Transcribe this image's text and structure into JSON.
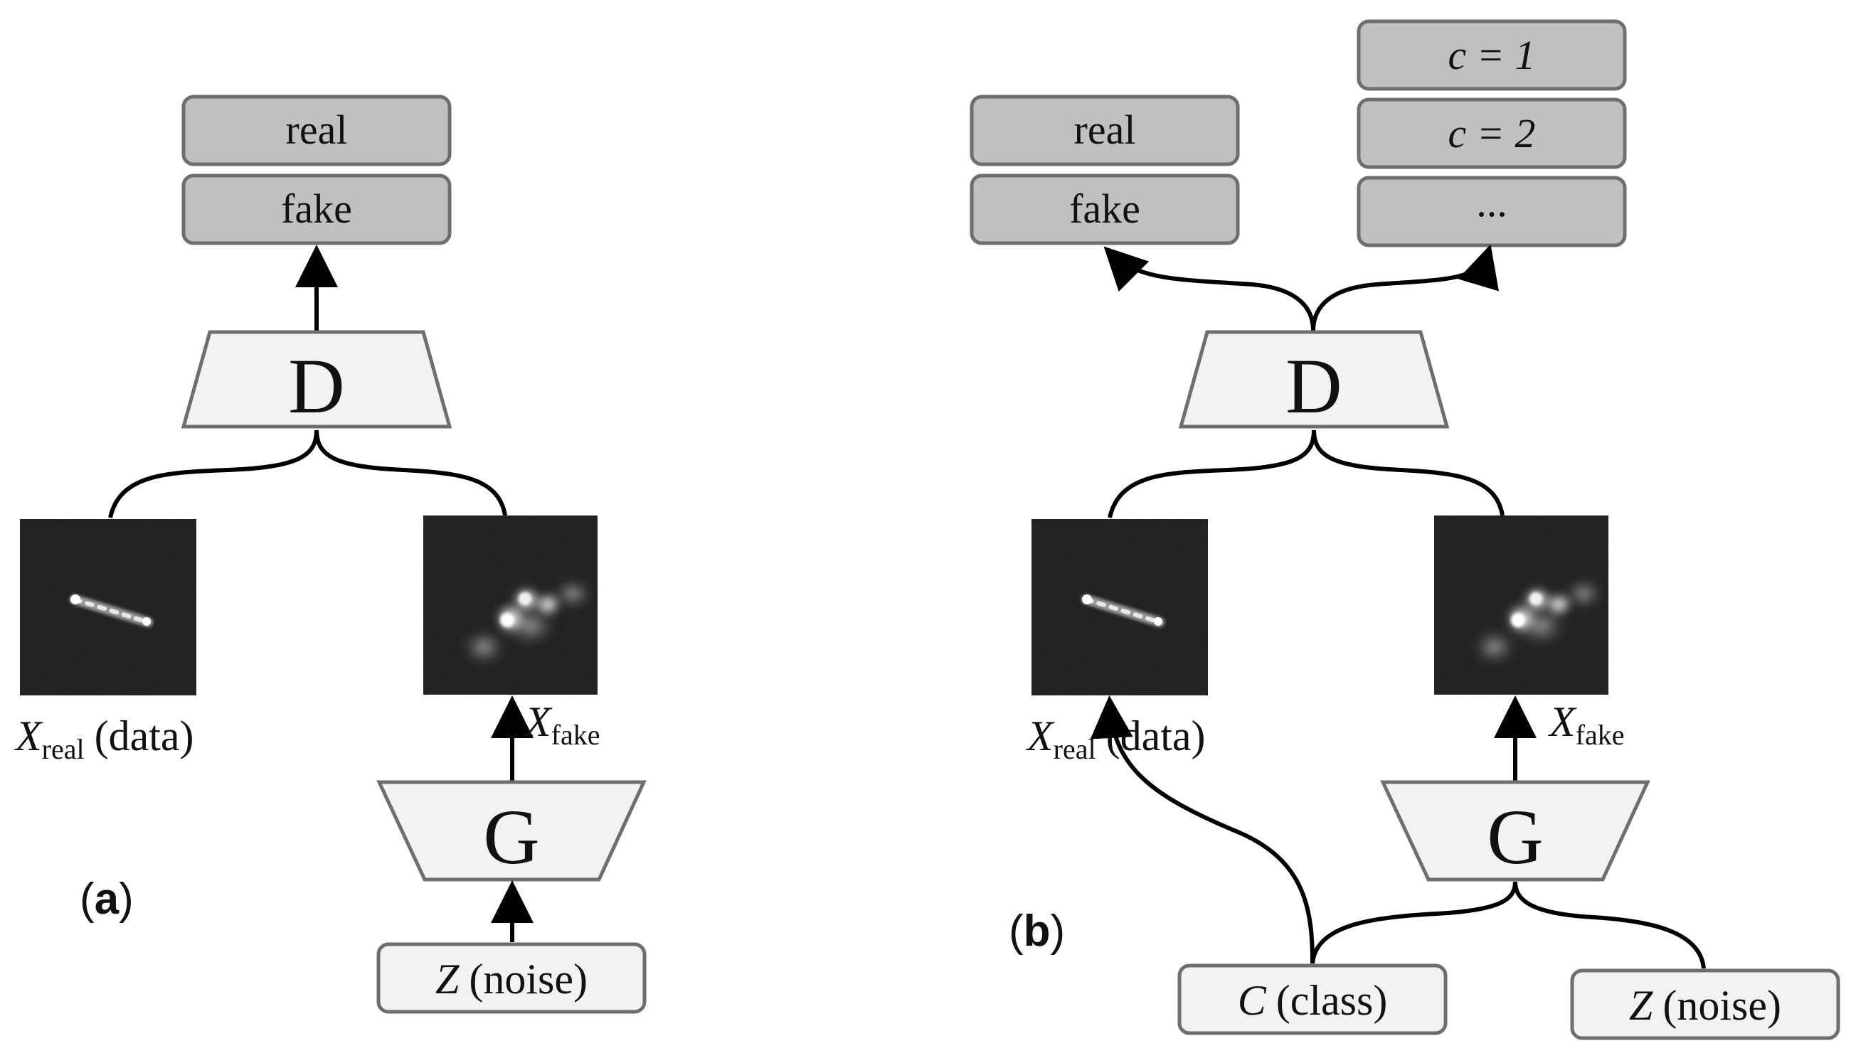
{
  "panel_a": {
    "label_letter": "a",
    "discriminator_outputs": [
      "real",
      "fake"
    ],
    "discriminator_letter": "D",
    "generator_letter": "G",
    "x_real_symbol": "X",
    "x_real_sub": "real",
    "x_real_suffix": "(data)",
    "x_fake_symbol": "X",
    "x_fake_sub": "fake",
    "noise_symbol": "Z",
    "noise_suffix": "(noise)"
  },
  "panel_b": {
    "label_letter": "b",
    "discriminator_outputs": [
      "real",
      "fake"
    ],
    "class_outputs": [
      "c = 1",
      "c = 2",
      "..."
    ],
    "discriminator_letter": "D",
    "generator_letter": "G",
    "x_real_symbol": "X",
    "x_real_sub": "real",
    "x_real_suffix": "(data)",
    "x_fake_symbol": "X",
    "x_fake_sub": "fake",
    "class_symbol": "C",
    "class_suffix": "(class)",
    "noise_symbol": "Z",
    "noise_suffix": "(noise)"
  },
  "colors": {
    "output_box": "#c0c0c0",
    "input_box": "#f2f2f2",
    "outline": "#6e6e6e",
    "image_background": "#111111"
  }
}
